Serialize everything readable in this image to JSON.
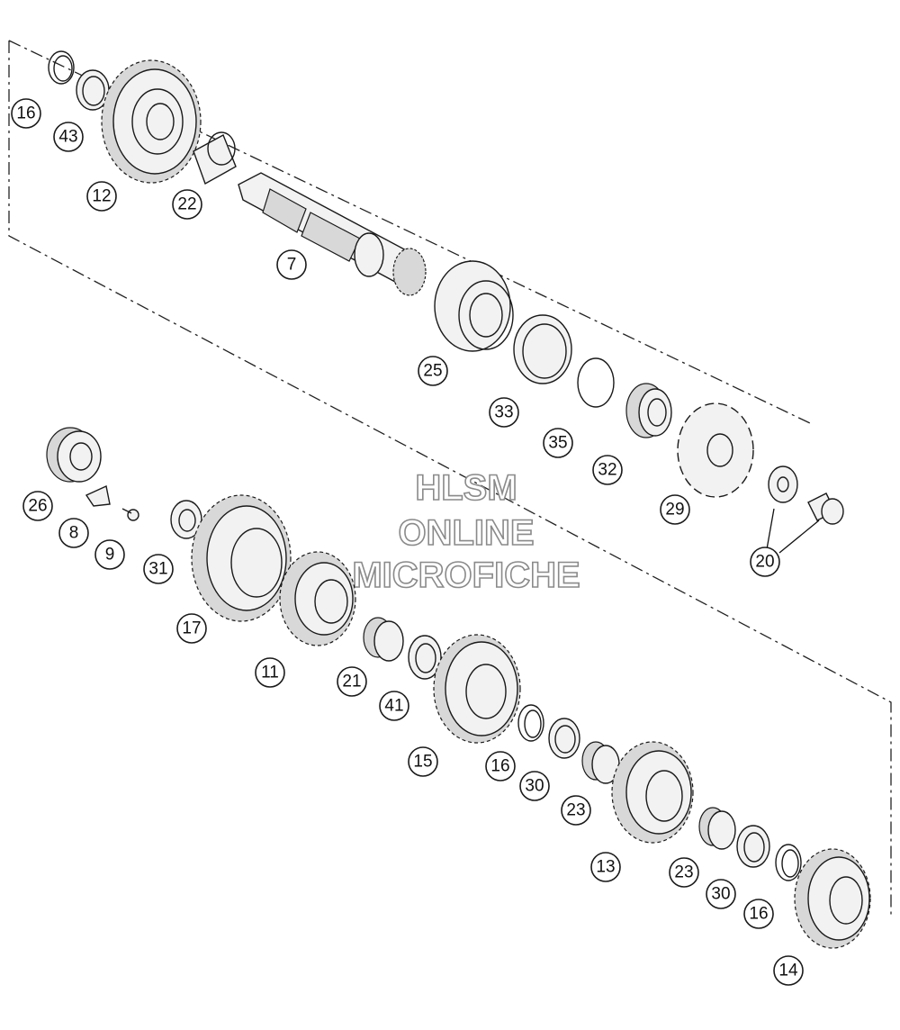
{
  "watermark": {
    "line1": "HLSM",
    "line2": "ONLINE",
    "line3": "MICROFICHE"
  },
  "callouts": [
    {
      "id": "c1",
      "label": "16"
    },
    {
      "id": "c2",
      "label": "43"
    },
    {
      "id": "c3",
      "label": "12"
    },
    {
      "id": "c4",
      "label": "22"
    },
    {
      "id": "c5",
      "label": "7"
    },
    {
      "id": "c6",
      "label": "25"
    },
    {
      "id": "c7",
      "label": "33"
    },
    {
      "id": "c8",
      "label": "35"
    },
    {
      "id": "c9",
      "label": "32"
    },
    {
      "id": "c10",
      "label": "29"
    },
    {
      "id": "c11",
      "label": "20"
    },
    {
      "id": "c12",
      "label": "26"
    },
    {
      "id": "c13",
      "label": "8"
    },
    {
      "id": "c14",
      "label": "9"
    },
    {
      "id": "c15",
      "label": "31"
    },
    {
      "id": "c16",
      "label": "17"
    },
    {
      "id": "c17",
      "label": "11"
    },
    {
      "id": "c18",
      "label": "21"
    },
    {
      "id": "c19",
      "label": "41"
    },
    {
      "id": "c20",
      "label": "15"
    },
    {
      "id": "c21",
      "label": "16"
    },
    {
      "id": "c22",
      "label": "30"
    },
    {
      "id": "c23",
      "label": "23"
    },
    {
      "id": "c24",
      "label": "13"
    },
    {
      "id": "c25",
      "label": "23"
    },
    {
      "id": "c26",
      "label": "30"
    },
    {
      "id": "c27",
      "label": "16"
    },
    {
      "id": "c28",
      "label": "14"
    }
  ]
}
